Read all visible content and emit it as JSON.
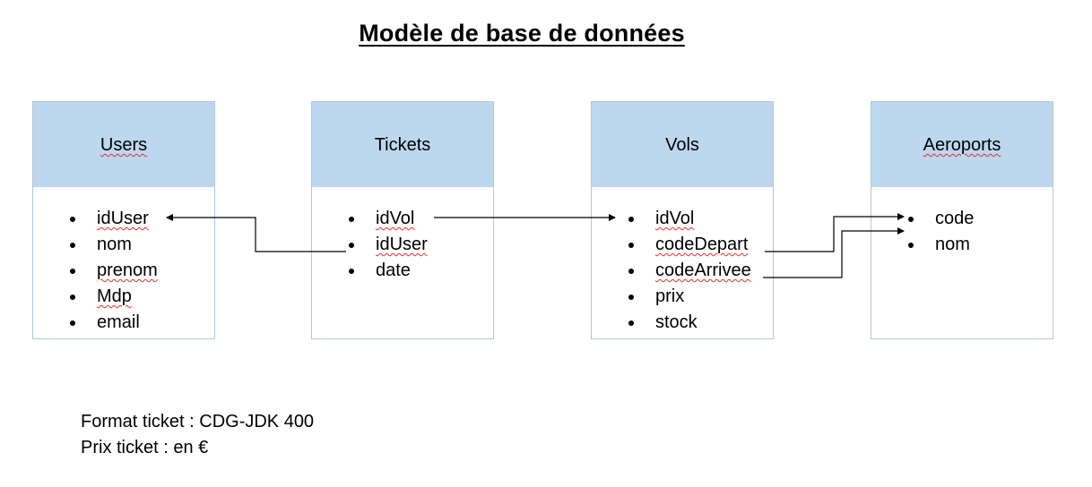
{
  "title": "Modèle de base de données",
  "entities": [
    {
      "name": "Users",
      "fields": [
        "idUser",
        "nom",
        "prenom",
        "Mdp",
        "email"
      ]
    },
    {
      "name": "Tickets",
      "fields": [
        "idVol",
        "idUser",
        "date"
      ]
    },
    {
      "name": "Vols",
      "fields": [
        "idVol",
        "codeDepart",
        "codeArrivee",
        "prix",
        "stock"
      ]
    },
    {
      "name": "Aeroports",
      "fields": [
        "code",
        "nom"
      ]
    }
  ],
  "notes": [
    "Format ticket : CDG-JDK 400",
    "Prix ticket : en €"
  ],
  "colors": {
    "header_fill": "#bdd7ee",
    "border": "#b4c7d9",
    "spellcheck": "#e03030"
  }
}
